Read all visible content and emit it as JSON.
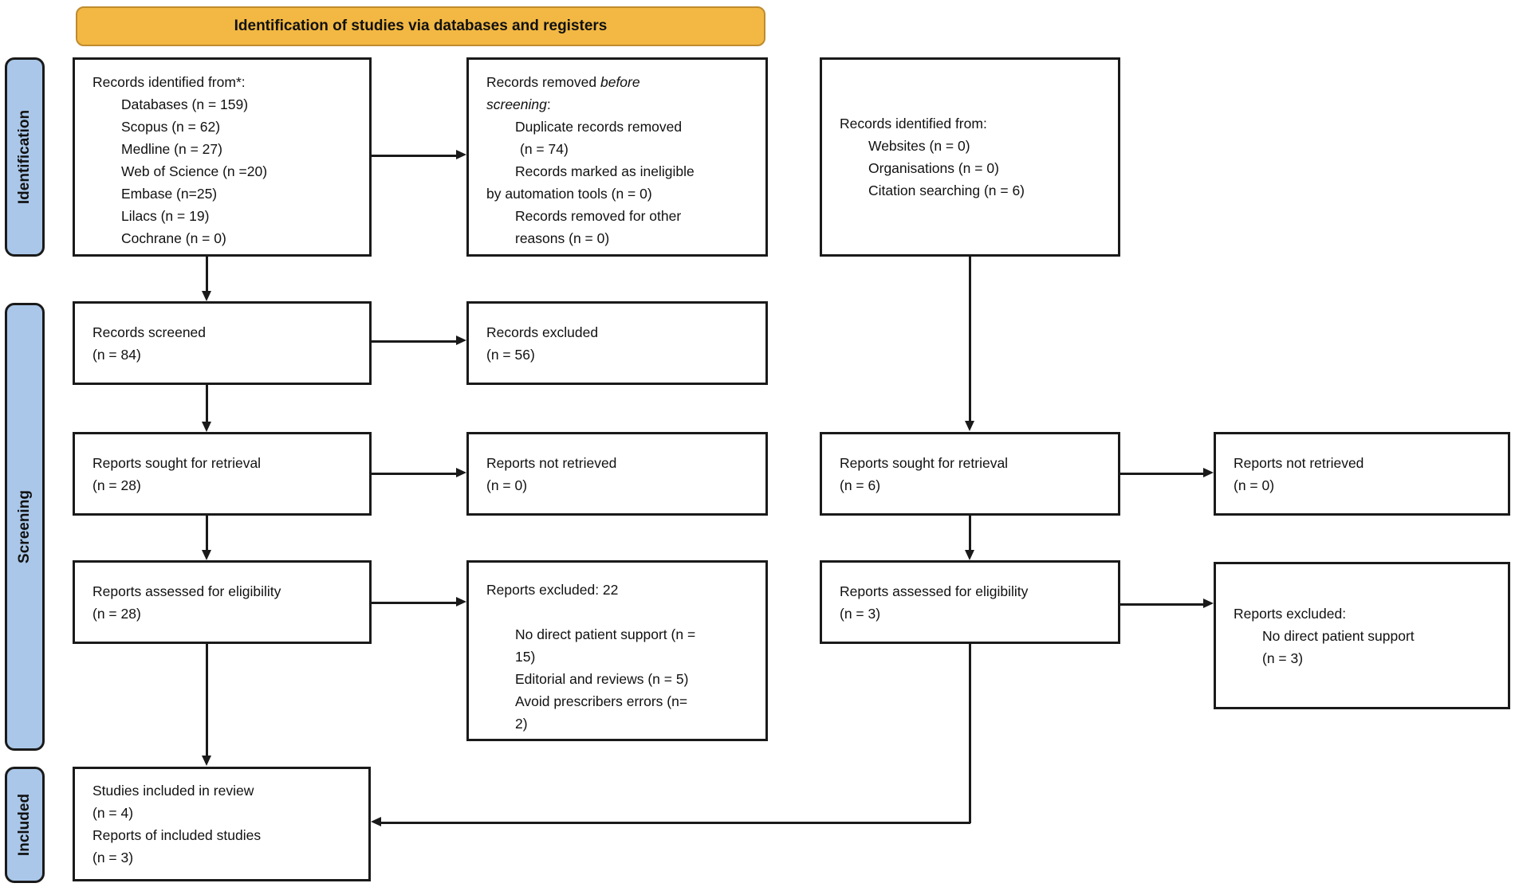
{
  "colors": {
    "banner_bg": "#F2B843",
    "banner_border": "#BF8B2E",
    "stage_bg": "#AAC7E9",
    "line": "#1a1a1a"
  },
  "banner": {
    "title": "Identification of studies via databases and registers"
  },
  "stages": {
    "identification": "Identification",
    "screening": "Screening",
    "included": "Included"
  },
  "boxes": {
    "identified_databases": {
      "title": "Records identified from*:",
      "items": [
        "Databases (n = 159)",
        "Scopus (n = 62)",
        "Medline (n = 27)",
        "Web of Science (n =20)",
        "Embase (n=25)",
        "Lilacs (n = 19)",
        "Cochrane (n = 0)"
      ]
    },
    "removed_before_screening": {
      "l1_normal": "Records removed ",
      "l1_italic": "before",
      "l2_italic": "screening",
      "l2_normal": ":",
      "lines": [
        "Duplicate records removed",
        "(n = 74)",
        "Records marked as ineligible",
        "by automation tools (n = 0)",
        "Records removed for other",
        "reasons (n = 0)"
      ]
    },
    "identified_registers": {
      "title": "Records identified from:",
      "items": [
        "Websites (n = 0)",
        "Organisations (n = 0)",
        "Citation searching (n = 6)"
      ]
    },
    "records_screened": {
      "lines": [
        "Records screened",
        "(n = 84)"
      ]
    },
    "records_excluded": {
      "lines": [
        "Records excluded",
        "(n = 56)"
      ]
    },
    "sought_databases": {
      "lines": [
        "Reports sought for retrieval",
        "(n = 28)"
      ]
    },
    "not_retrieved_databases": {
      "lines": [
        "Reports not retrieved",
        "(n = 0)"
      ]
    },
    "sought_registers": {
      "lines": [
        "Reports sought for retrieval",
        "(n = 6)"
      ]
    },
    "not_retrieved_registers": {
      "lines": [
        "Reports not retrieved",
        "(n = 0)"
      ]
    },
    "assessed_databases": {
      "lines": [
        "Reports assessed for eligibility",
        "(n = 28)"
      ]
    },
    "excluded_databases": {
      "title": "Reports excluded: 22",
      "items": [
        "No direct patient support (n =",
        "15)",
        "Editorial and reviews (n = 5)",
        "Avoid prescribers errors (n=",
        "2)"
      ]
    },
    "assessed_registers": {
      "lines": [
        "Reports assessed for eligibility",
        "(n = 3)"
      ]
    },
    "excluded_registers": {
      "title": "Reports excluded:",
      "items": [
        "No direct patient support",
        "(n = 3)"
      ]
    },
    "included_studies": {
      "lines": [
        "Studies included in review",
        "(n = 4)",
        "Reports of included studies",
        "(n = 3)"
      ]
    }
  }
}
